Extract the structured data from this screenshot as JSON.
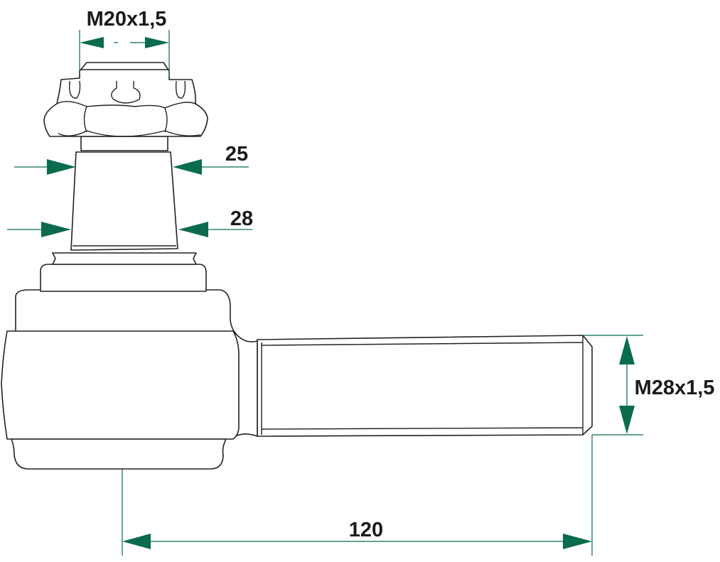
{
  "title": "Tie rod end dimensional drawing",
  "colors": {
    "dimension": "#0b6b4f",
    "outline": "#222222"
  },
  "dimensions": {
    "top_thread": "M20x1,5",
    "taper_small": "25",
    "taper_large": "28",
    "shaft_thread": "M28x1,5",
    "length": "120"
  }
}
